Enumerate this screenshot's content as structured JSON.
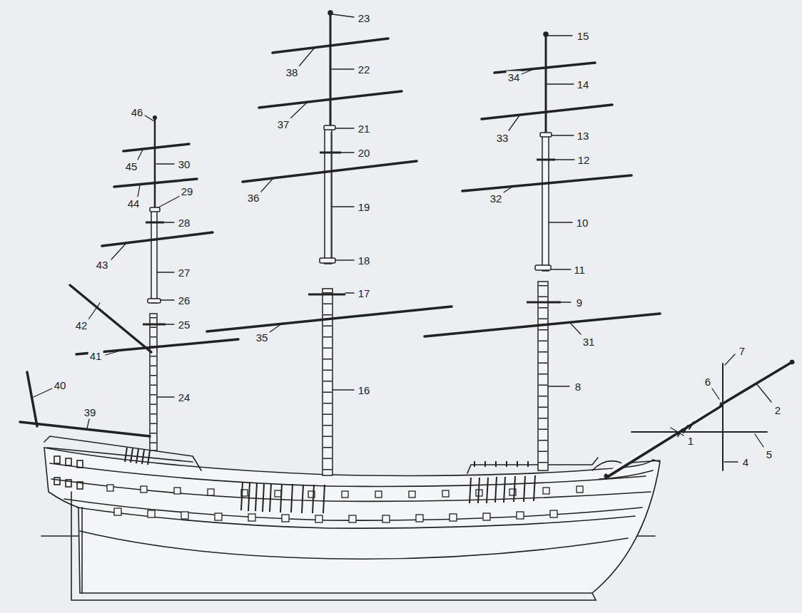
{
  "diagram": {
    "labels": [
      "1",
      "2",
      "4",
      "5",
      "6",
      "7",
      "8",
      "9",
      "10",
      "11",
      "12",
      "13",
      "14",
      "15",
      "16",
      "17",
      "18",
      "19",
      "20",
      "21",
      "22",
      "23",
      "24",
      "25",
      "26",
      "27",
      "28",
      "29",
      "30",
      "31",
      "32",
      "33",
      "34",
      "35",
      "36",
      "37",
      "38",
      "39",
      "40",
      "41",
      "42",
      "43",
      "44",
      "45",
      "46"
    ]
  }
}
